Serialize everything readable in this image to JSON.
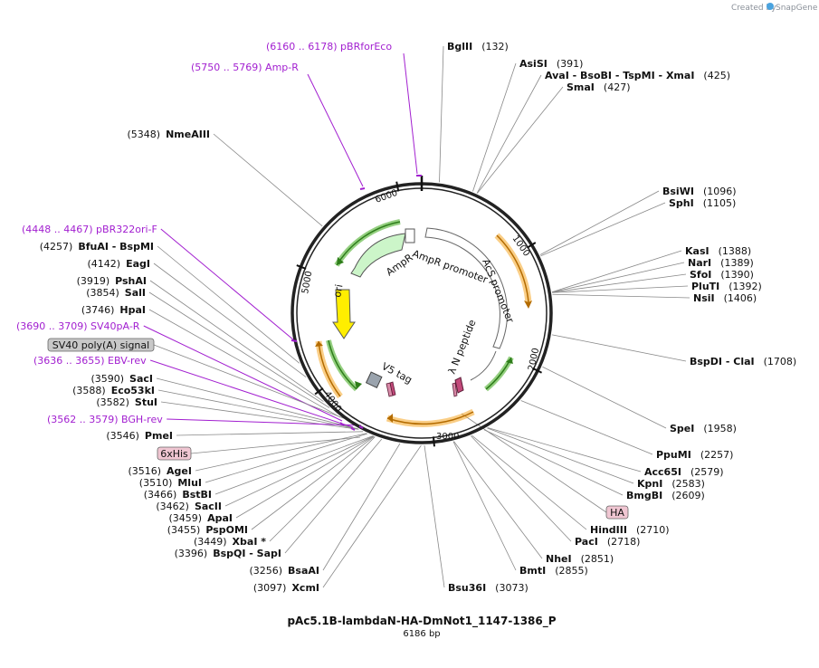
{
  "brand": {
    "created_by": "Created by",
    "app": "SnapGene"
  },
  "plasmid": {
    "name": "pAc5.1B-lambdaN-HA-DmNot1_1147-1386_P",
    "length_label": "6186 bp",
    "total_bp": 6186
  },
  "ticks": [
    {
      "label": "1000",
      "pos": 1000
    },
    {
      "label": "2000",
      "pos": 2000
    },
    {
      "label": "3000",
      "pos": 3000
    },
    {
      "label": "4000",
      "pos": 4000
    },
    {
      "label": "5000",
      "pos": 5000
    },
    {
      "label": "6000",
      "pos": 6000
    }
  ],
  "sites": [
    {
      "name": "BglII",
      "pos": "(132)"
    },
    {
      "name": "AsiSI",
      "pos": "(391)"
    },
    {
      "name": "AvaI - BsoBI - TspMI - XmaI",
      "pos": "(425)"
    },
    {
      "name": "SmaI",
      "pos": "(427)"
    },
    {
      "name": "BsiWI",
      "pos": "(1096)"
    },
    {
      "name": "SphI",
      "pos": "(1105)"
    },
    {
      "name": "KasI",
      "pos": "(1388)"
    },
    {
      "name": "NarI",
      "pos": "(1389)"
    },
    {
      "name": "SfoI",
      "pos": "(1390)"
    },
    {
      "name": "PluTI",
      "pos": "(1392)"
    },
    {
      "name": "NsiI",
      "pos": "(1406)"
    },
    {
      "name": "BspDI - ClaI",
      "pos": "(1708)"
    },
    {
      "name": "SpeI",
      "pos": "(1958)"
    },
    {
      "name": "PpuMI",
      "pos": "(2257)"
    },
    {
      "name": "Acc65I",
      "pos": "(2579)"
    },
    {
      "name": "KpnI",
      "pos": "(2583)"
    },
    {
      "name": "BmgBI",
      "pos": "(2609)"
    },
    {
      "name": "HindIII",
      "pos": "(2710)"
    },
    {
      "name": "PacI",
      "pos": "(2718)"
    },
    {
      "name": "NheI",
      "pos": "(2851)"
    },
    {
      "name": "BmtI",
      "pos": "(2855)"
    },
    {
      "name": "Bsu36I",
      "pos": "(3073)"
    },
    {
      "name": "XcmI",
      "pos": "(3097)"
    },
    {
      "name": "BsaAI",
      "pos": "(3256)"
    },
    {
      "name": "BspQI - SapI",
      "pos": "(3396)"
    },
    {
      "name": "XbaI *",
      "pos": "(3449)"
    },
    {
      "name": "PspOMI",
      "pos": "(3455)"
    },
    {
      "name": "ApaI",
      "pos": "(3459)"
    },
    {
      "name": "SacII",
      "pos": "(3462)"
    },
    {
      "name": "BstBI",
      "pos": "(3466)"
    },
    {
      "name": "MluI",
      "pos": "(3510)"
    },
    {
      "name": "AgeI",
      "pos": "(3516)"
    },
    {
      "name": "PmeI",
      "pos": "(3546)"
    },
    {
      "name": "StuI",
      "pos": "(3582)"
    },
    {
      "name": "Eco53kI",
      "pos": "(3588)"
    },
    {
      "name": "SacI",
      "pos": "(3590)"
    },
    {
      "name": "HpaI",
      "pos": "(3746)"
    },
    {
      "name": "SalI",
      "pos": "(3854)"
    },
    {
      "name": "PshAI",
      "pos": "(3919)"
    },
    {
      "name": "EagI",
      "pos": "(4142)"
    },
    {
      "name": "BfuAI - BspMI",
      "pos": "(4257)"
    },
    {
      "name": "NmeAIII",
      "pos": "(5348)"
    }
  ],
  "primers": [
    {
      "range": "(6160 .. 6178)",
      "name": "pBRforEco"
    },
    {
      "range": "(5750 .. 5769)",
      "name": "Amp-R"
    },
    {
      "range": "(4448 .. 4467)",
      "name": "pBR322ori-F"
    },
    {
      "range": "(3690 .. 3709)",
      "name": "SV40pA-R"
    },
    {
      "range": "(3636 .. 3655)",
      "name": "EBV-rev"
    },
    {
      "range": "(3562 .. 3579)",
      "name": "BGH-rev"
    }
  ],
  "outside_features": [
    {
      "name": "SV40 poly(A) signal",
      "color": "#c8c8c8"
    },
    {
      "name": "6xHis",
      "color": "#f0c6d2"
    },
    {
      "name": "HA",
      "color": "#f0c6d2"
    }
  ],
  "inner_features": [
    {
      "name": "AmpR",
      "color": "#ccf5c9"
    },
    {
      "name": "AmpR promoter",
      "color": "#ffffff"
    },
    {
      "name": "AcS promoter",
      "color": "#ffffff"
    },
    {
      "name": "λ N peptide",
      "color": "#c2497a"
    },
    {
      "name": "V5 tag",
      "color": "#9aa3ad"
    },
    {
      "name": "ori",
      "color": "#ffee00"
    }
  ],
  "colors": {
    "primer": "#a21fd0",
    "orf": "#f5a623",
    "green": "#4caf2b",
    "ring": "#222222"
  }
}
